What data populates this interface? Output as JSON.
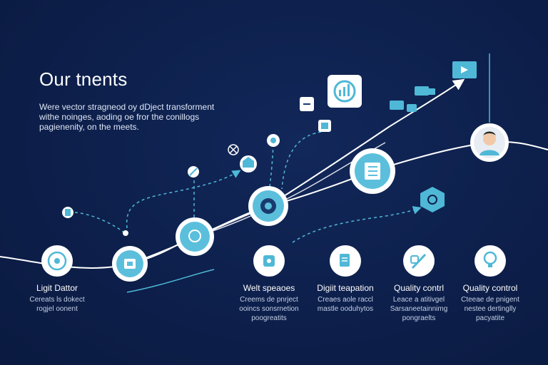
{
  "header": {
    "title": "Our tnents",
    "description_lines": [
      "Were vector stragneod oy dDject transforment",
      "withe noinges, aoding oe fror the conillogs",
      "pagienenity, on the meets."
    ]
  },
  "steps": [
    {
      "label": "Ligit Dattor",
      "sub": [
        "Cereats ls dokect",
        "rogjel oonent"
      ],
      "icon": "badge-icon"
    },
    {
      "label": "Welt speaoes",
      "sub": [
        "Creems de pnrject",
        "ooincs sonsrnetion",
        "poogreatits"
      ],
      "icon": "puzzle-icon"
    },
    {
      "label": "Digiit teapation",
      "sub": [
        "Creaes aole raccl",
        "mastle ooduhytos"
      ],
      "icon": "document-icon"
    },
    {
      "label": "Quality contrl",
      "sub": [
        "Leace a atitivgel",
        "Sarsaneetainnimg",
        "pongraelts"
      ],
      "icon": "pen-icon"
    },
    {
      "label": "Quality control",
      "sub": [
        "Cteeae de pnigent",
        "nestee dertinglly",
        "pacyatite"
      ],
      "icon": "bulb-icon"
    }
  ],
  "colors": {
    "background": "#0d1f4b",
    "accent": "#4fb8d6",
    "node_fill": "#5bbfdc",
    "line": "#ffffff"
  }
}
